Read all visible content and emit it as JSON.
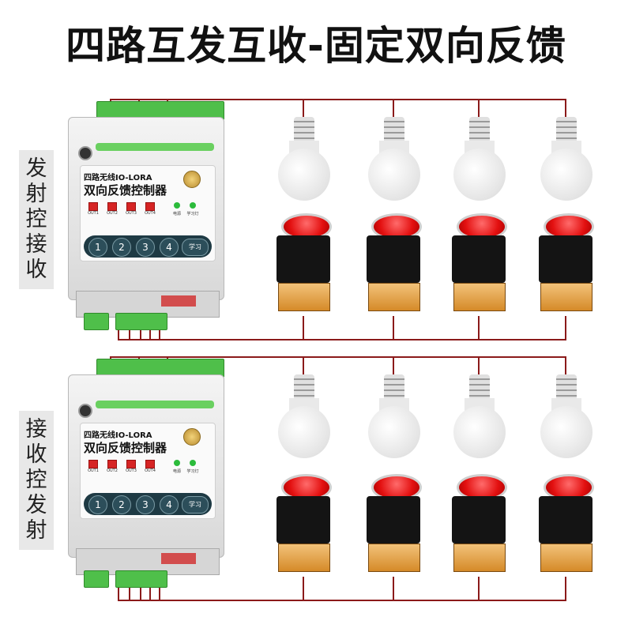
{
  "title": "四路互发互收-固定双向反馈",
  "top_section": {
    "side_label": [
      "发",
      "射",
      "控",
      "接",
      "收"
    ]
  },
  "bottom_section": {
    "side_label": [
      "接",
      "收",
      "控",
      "发",
      "射"
    ]
  },
  "controller": {
    "title_line1": "四路无线IO-LORA",
    "title_line2": "双向反馈控制器",
    "outputs": [
      "OUT1",
      "OUT2",
      "OUT3",
      "OUT4"
    ],
    "status_leds": [
      "电源",
      "学习灯"
    ],
    "keys": [
      "1",
      "2",
      "3",
      "4"
    ],
    "learn_key": "学习"
  },
  "colors": {
    "wire": "#8b1a1a",
    "terminal_green": "#4fbf4a",
    "button_red": "#e31010"
  },
  "icons": [
    "bulb-icon",
    "push-button-icon",
    "antenna-icon"
  ]
}
